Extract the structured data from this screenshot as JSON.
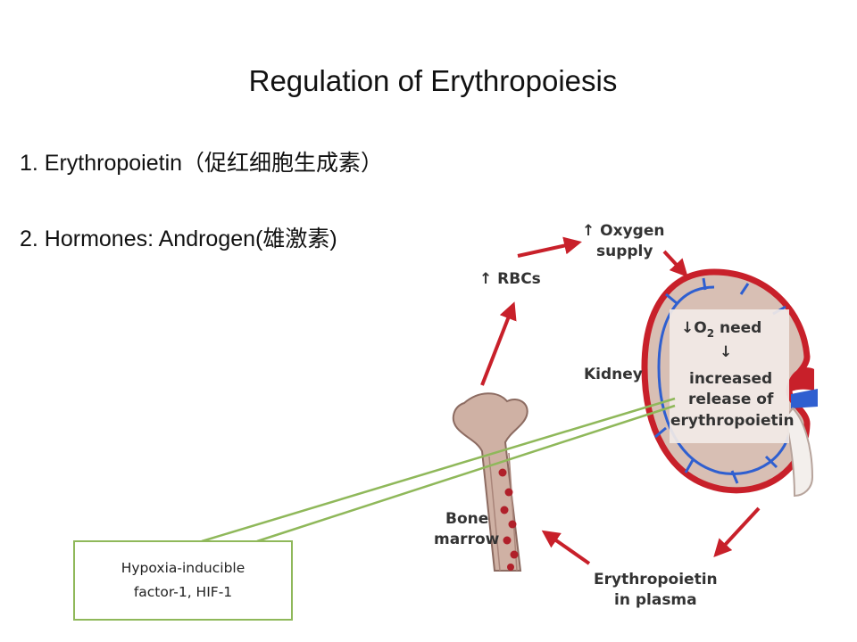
{
  "title": "Regulation of Erythropoiesis",
  "points": [
    "1. Erythropoietin（促红细胞生成素）",
    "2. Hormones: Androgen(雄激素)"
  ],
  "diagram": {
    "oxygen_supply": [
      "↑ Oxygen",
      "supply"
    ],
    "rbcs": "↑ RBCs",
    "kidney": "Kidney",
    "o2_need": [
      "↓O",
      "2",
      " need"
    ],
    "down_arrow": "↓",
    "increased_release": [
      "increased",
      "release of",
      "erythropoietin"
    ],
    "bone_marrow": [
      "Bone",
      "marrow"
    ],
    "erythropoietin_plasma": [
      "Erythropoietin",
      "in plasma"
    ]
  },
  "callout": {
    "line1": "Hypoxia-inducible",
    "line2": "factor-1, HIF-1"
  },
  "colors": {
    "arrow": "#c8202a",
    "callout_border": "#8fb85a",
    "vein": "#2f5fd0",
    "kidney": "#d8bfb4",
    "bone": "#cfb1a4"
  }
}
